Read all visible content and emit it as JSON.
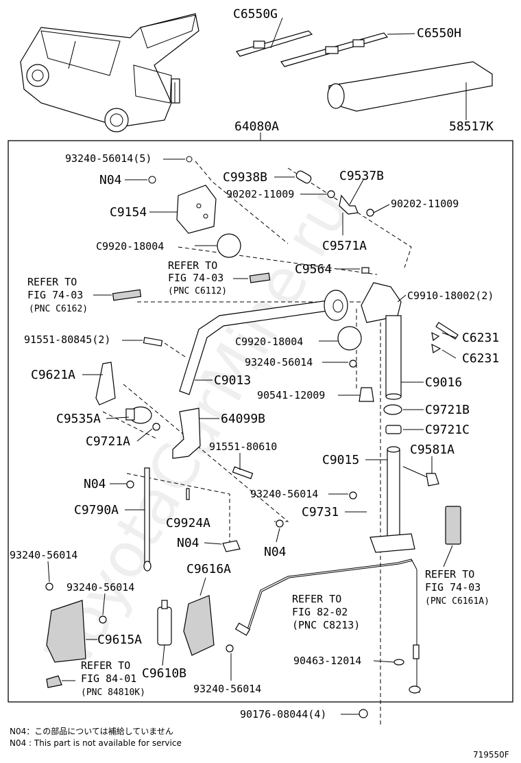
{
  "callouts": {
    "c6550g": "C6550G",
    "c6550h": "C6550H",
    "p58517k": "58517K",
    "p64080a": "64080A",
    "b93240_56014_5": "93240-56014(5)",
    "n04_a": "N04",
    "c9938b": "C9938B",
    "c9537b": "C9537B",
    "b90202_11009_a": "90202-11009",
    "b90202_11009_b": "90202-11009",
    "c9154": "C9154",
    "c9920_18004_a": "C9920-18004",
    "c9571a": "C9571A",
    "c9564": "C9564",
    "c9910_18002": "C9910-18002(2)",
    "c6231_a": "C6231",
    "c6231_b": "C6231",
    "c9920_18004_b": "C9920-18004",
    "b93240_56014_a": "93240-56014",
    "b91551_80845": "91551-80845(2)",
    "c9621a": "C9621A",
    "c9013": "C9013",
    "c9016": "C9016",
    "b90541_12009": "90541-12009",
    "c9721b": "C9721B",
    "c9535a": "C9535A",
    "p64099b": "64099B",
    "c9721c": "C9721C",
    "c9721a": "C9721A",
    "b91551_80610": "91551-80610",
    "c9015": "C9015",
    "c9581a": "C9581A",
    "n04_b": "N04",
    "b93240_56014_b": "93240-56014",
    "c9790a": "C9790A",
    "c9731": "C9731",
    "c9924a": "C9924A",
    "n04_c": "N04",
    "n04_d": "N04",
    "b93240_56014_c": "93240-56014",
    "c9616a": "C9616A",
    "b93240_56014_d": "93240-56014",
    "c9615a": "C9615A",
    "c9610b": "C9610B",
    "b93240_56014_e": "93240-56014",
    "b90463_12014": "90463-12014",
    "b90176_08044": "90176-08044(4)"
  },
  "refs": {
    "r7403_a_1": "REFER TO",
    "r7403_a_2": "FIG 74-03",
    "r7403_a_3": "(PNC C6112)",
    "r7403_b_1": "REFER TO",
    "r7403_b_2": "FIG 74-03",
    "r7403_b_3": "(PNC C6162)",
    "r7403_c_1": "REFER TO",
    "r7403_c_2": "FIG 74-03",
    "r7403_c_3": "(PNC C6161A)",
    "r8202_1": "REFER TO",
    "r8202_2": "FIG 82-02",
    "r8202_3": "(PNC C8213)",
    "r8401_1": "REFER TO",
    "r8401_2": "FIG 84-01",
    "r8401_3": "(PNC 84810K)"
  },
  "footnotes": {
    "jp": "N04：この部品については補給していません",
    "en": "N04 : This part is not available for service"
  },
  "figure_id": "719550F",
  "watermark": "ToyotaCarMine.ru"
}
